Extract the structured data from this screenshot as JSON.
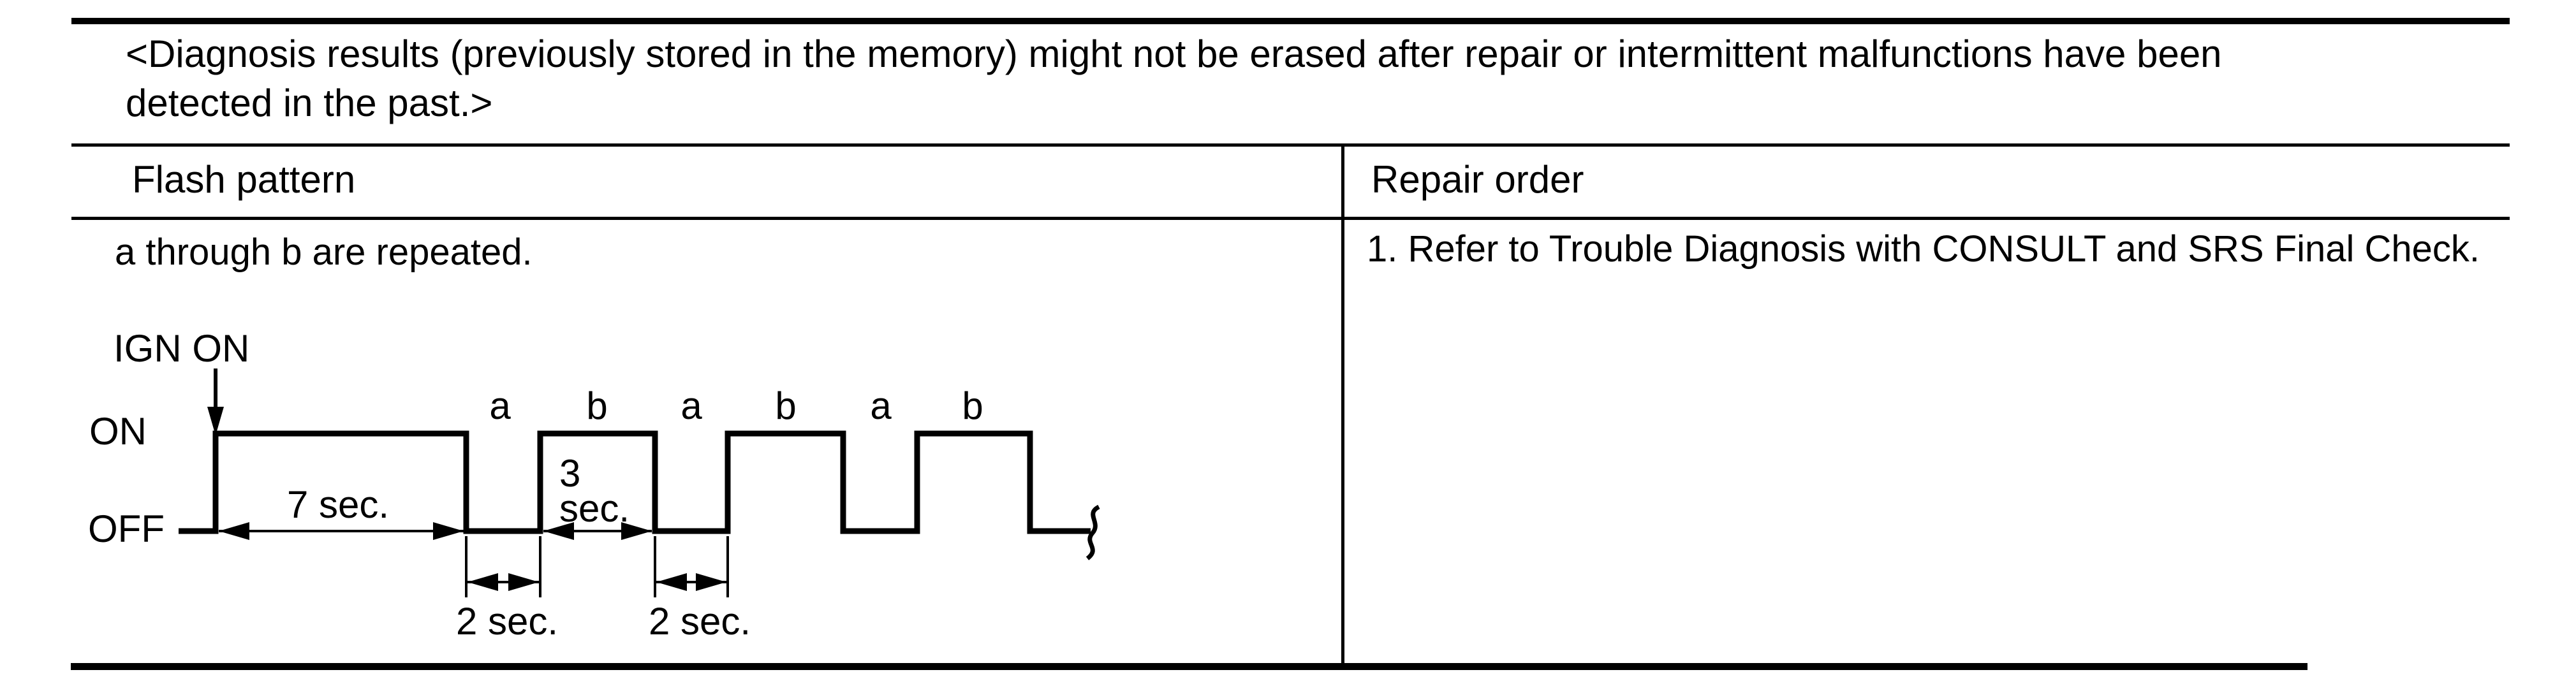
{
  "note": {
    "line1": "<Diagnosis results (previously stored in the memory) might not be erased after repair or intermittent malfunctions have been",
    "line2": "detected in the past.>"
  },
  "table": {
    "headers": {
      "flash_pattern": "Flash pattern",
      "repair_order": "Repair order"
    },
    "row": {
      "flash_pattern_caption": "a through b are repeated.",
      "repair_order_item": "1. Refer to Trouble Diagnosis with CONSULT and SRS Final Check."
    }
  },
  "diagram": {
    "ignition_label": "IGN ON",
    "on_label": "ON",
    "off_label": "OFF",
    "sequence_labels": [
      "a",
      "b",
      "a",
      "b",
      "a",
      "b"
    ],
    "durations": {
      "initial_on": "7 sec.",
      "pulse_on_line1": "3",
      "pulse_on_line2": "sec.",
      "off_gap_1": "2 sec.",
      "off_gap_2": "2 sec."
    },
    "timing": {
      "initial_on_sec": 7,
      "off_gap_sec": 2,
      "pulse_on_sec": 3
    }
  },
  "colors": {
    "ink": "#000000",
    "paper": "#ffffff"
  }
}
